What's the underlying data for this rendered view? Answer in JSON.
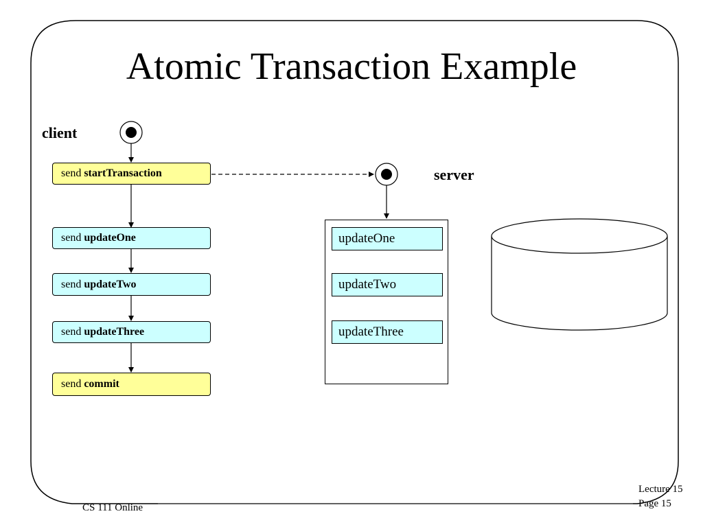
{
  "slide": {
    "title": "Atomic Transaction Example"
  },
  "client": {
    "label": "client",
    "steps": [
      {
        "verb": "send",
        "op": "startTransaction",
        "color": "#ffff99"
      },
      {
        "verb": "send",
        "op": "updateOne",
        "color": "#ccffff"
      },
      {
        "verb": "send",
        "op": "updateTwo",
        "color": "#ccffff"
      },
      {
        "verb": "send",
        "op": "updateThree",
        "color": "#ccffff"
      },
      {
        "verb": "send",
        "op": "commit",
        "color": "#ffff99"
      }
    ]
  },
  "server": {
    "label": "server",
    "operations": [
      "updateOne",
      "updateTwo",
      "updateThree"
    ]
  },
  "footer": {
    "course": "CS 111 Online",
    "lecture": "Lecture 15",
    "page": "Page 15"
  }
}
